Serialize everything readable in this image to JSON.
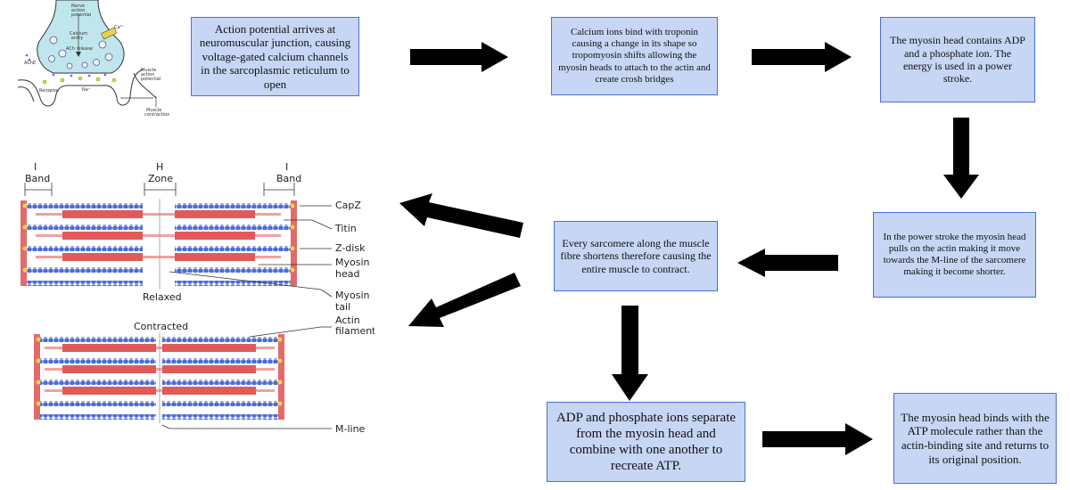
{
  "boxes": {
    "b1": "Action potential arrives at neuromuscular junction, causing  voltage-gated calcium channels in the sarcoplasmic reticulum to open",
    "b2": "Calcium ions bind with troponin causing a change in its shape so tropomyosin shifts allowing the myosin heads to attach to the actin and create crosh bridges",
    "b3": "The myosin head contains ADP and a phosphate ion. The energy is used in a power stroke.",
    "b4": "In the power stroke the myosin head pulls on the actin making it move towards the M-line of the sarcomere making it become shorter.",
    "b5": "Every sarcomere along the muscle fibre shortens therefore causing the entire muscle to contract.",
    "b6": "ADP and phosphate ions separate from the myosin head and combine with one another to recreate ATP.",
    "b7": "The myosin head binds with the ATP molecule rather than the actin-binding site and returns to its original position."
  },
  "nmj": {
    "nerve": "Nerve",
    "action": "action",
    "potential": "potential",
    "calcium": "Calcium",
    "entry": "entry",
    "ca": "Ca²⁺",
    "ach_release": "ACh release",
    "ache": "AChE",
    "receptor": "Receptor",
    "na": "Na⁺",
    "muscle": "Muscle",
    "m_action": "action",
    "m_potential": "potential",
    "m_muscle": "Muscle",
    "contraction": "contraction"
  },
  "sarcomere": {
    "i_top": "I",
    "band": "Band",
    "h": "H",
    "zone": "Zone",
    "i_top2": "I",
    "band2": "Band",
    "capz": "CapZ",
    "titin": "Titin",
    "zdisk": "Z-disk",
    "myosin": "Myosin",
    "head": "head",
    "relaxed": "Relaxed",
    "myosin2": "Myosin",
    "tail": "tail",
    "contracted": "Contracted",
    "actin": "Actin",
    "filament": "filament",
    "mline": "M-line"
  }
}
